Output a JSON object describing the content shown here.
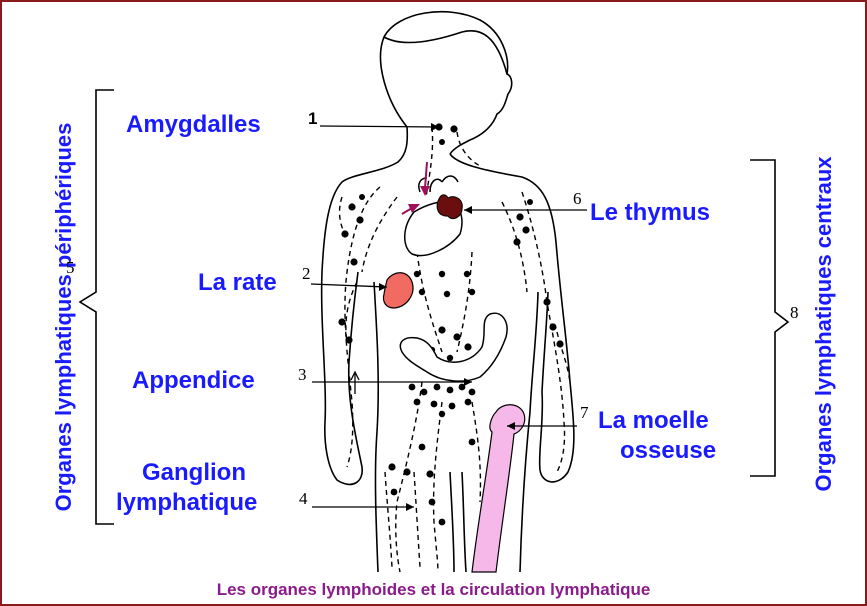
{
  "labels": {
    "amygdales": "Amygdalles",
    "thymus": "Le thymus",
    "rate": "La rate",
    "appendice": "Appendice",
    "moelle_line1": "La moelle",
    "moelle_line2": "osseuse",
    "ganglion_line1": "Ganglion",
    "ganglion_line2": "lymphatique"
  },
  "numbers": {
    "n1": "1",
    "n2": "2",
    "n3": "3",
    "n4": "4",
    "n5": "5",
    "n6": "6",
    "n7": "7",
    "n8": "8"
  },
  "side_labels": {
    "left": "Organes lymphatiques périphériques",
    "right": "Organes lymphatiques centraux"
  },
  "caption": "Les organes lymphoides et la circulation lymphatique",
  "colors": {
    "label_text": "#1a1aff",
    "caption": "#8b1a8b",
    "border": "#8b1a1a",
    "spleen": "#f26b63",
    "thymus": "#6b0e0e",
    "bone": "#f5b8e8",
    "arrow": "#a0105a"
  }
}
